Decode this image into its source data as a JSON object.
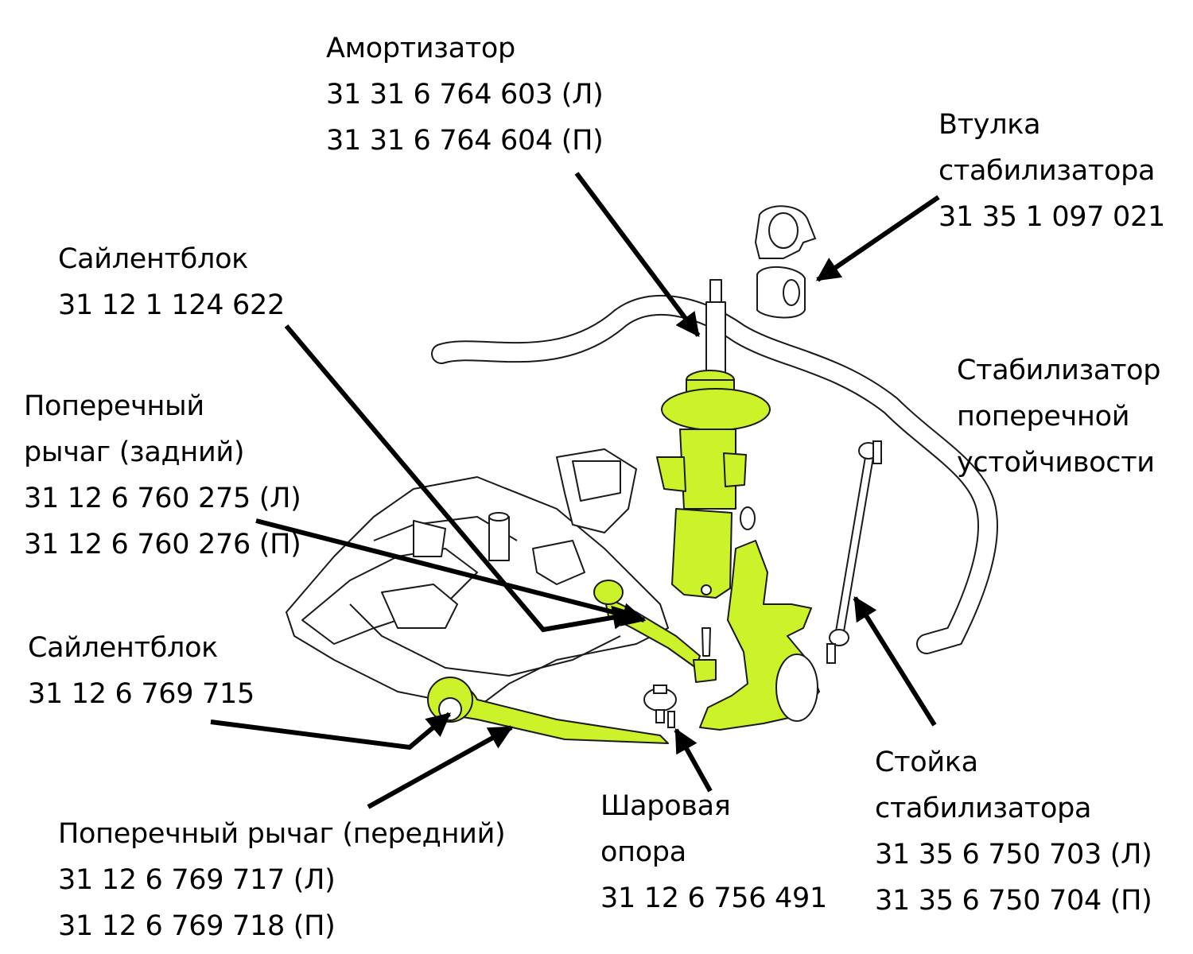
{
  "labels": {
    "shock_absorber": {
      "name": "Амортизатор",
      "lines": [
        "31 31 6 764 603 (Л)",
        "31 31 6 764 604 (П)"
      ]
    },
    "stab_bushing": {
      "name": [
        "Втулка",
        "стабилизатора"
      ],
      "lines": [
        "31 35 1 097 021"
      ]
    },
    "silent_block_top": {
      "name": "Сайлентблок",
      "lines": [
        "31 12 1 124 622"
      ]
    },
    "rear_control_arm": {
      "name": [
        "Поперечный",
        "рычаг (задний)"
      ],
      "lines": [
        "31 12 6 760 275 (Л)",
        "31 12 6 760 276 (П)"
      ]
    },
    "stabilizer": {
      "name": [
        "Стабилизатор",
        "поперечной",
        "устойчивости"
      ]
    },
    "silent_block_bottom": {
      "name": "Сайлентблок",
      "lines": [
        "31 12 6 769 715"
      ]
    },
    "front_control_arm": {
      "name": "Поперечный рычаг (передний)",
      "lines": [
        "31 12 6 769 717 (Л)",
        "31 12 6 769 718 (П)"
      ]
    },
    "ball_joint": {
      "name": [
        "Шаровая",
        "опора"
      ],
      "lines": [
        "31 12 6 756 491"
      ]
    },
    "stab_link": {
      "name": [
        "Стойка",
        "стабилизатора"
      ],
      "lines": [
        "31 35 6 750 703 (Л)",
        "31 35 6 750 704 (П)"
      ]
    }
  },
  "colors": {
    "highlight": "#ccf22a",
    "outline": "#1a1a1a",
    "arrow": "#000000",
    "background": "#ffffff"
  }
}
